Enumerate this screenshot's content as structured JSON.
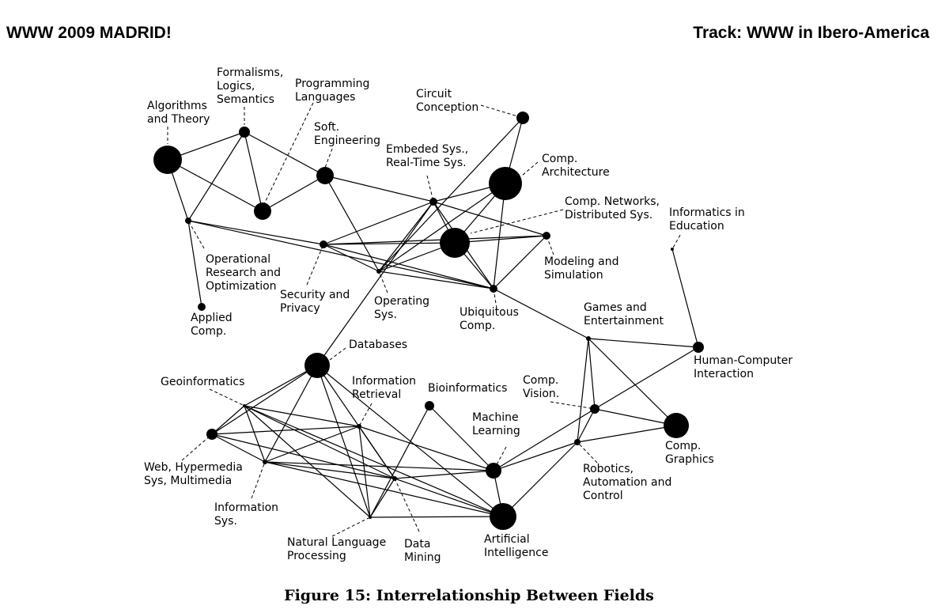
{
  "header": {
    "left": "WWW 2009 MADRID!",
    "right": "Track: WWW in Ibero-America"
  },
  "caption": "Figure 15: Interrelationship Between Fields",
  "nodes": [
    {
      "id": "alg",
      "label": [
        "Algorithms",
        "and Theory"
      ]
    },
    {
      "id": "form",
      "label": [
        "Formalisms,",
        "Logics,",
        "Semantics"
      ]
    },
    {
      "id": "prog",
      "label": [
        "Programming",
        "Languages"
      ]
    },
    {
      "id": "soft",
      "label": [
        "Soft.",
        "Engineering"
      ]
    },
    {
      "id": "opt",
      "label": [
        "Operational",
        "Research and",
        "Optimization"
      ]
    },
    {
      "id": "app",
      "label": [
        "Applied",
        "Comp."
      ]
    },
    {
      "id": "sec",
      "label": [
        "Security and",
        "Privacy"
      ]
    },
    {
      "id": "os",
      "label": [
        "Operating",
        "Sys."
      ]
    },
    {
      "id": "emb",
      "label": [
        "Embeded Sys.,",
        "Real-Time Sys."
      ]
    },
    {
      "id": "circ",
      "label": [
        "Circuit",
        "Conception"
      ]
    },
    {
      "id": "arch",
      "label": [
        "Comp.",
        "Architecture"
      ]
    },
    {
      "id": "net",
      "label": [
        "Comp. Networks,",
        "Distributed Sys."
      ]
    },
    {
      "id": "mod",
      "label": [
        "Modeling and",
        "Simulation"
      ]
    },
    {
      "id": "ubi",
      "label": [
        "Ubiquitous",
        "Comp."
      ]
    },
    {
      "id": "edu",
      "label": [
        "Informatics in",
        "Education"
      ]
    },
    {
      "id": "games",
      "label": [
        "Games and",
        "Entertainment"
      ]
    },
    {
      "id": "hci",
      "label": [
        "Human-Computer",
        "Interaction"
      ]
    },
    {
      "id": "vision",
      "label": [
        "Comp.",
        "Vision."
      ]
    },
    {
      "id": "graphics",
      "label": [
        "Comp.",
        "Graphics"
      ]
    },
    {
      "id": "robot",
      "label": [
        "Robotics,",
        "Automation and",
        "Control"
      ]
    },
    {
      "id": "ml",
      "label": [
        "Machine",
        "Learning"
      ]
    },
    {
      "id": "ai",
      "label": [
        "Artificial",
        "Intelligence"
      ]
    },
    {
      "id": "bio",
      "label": [
        "Bioinformatics"
      ]
    },
    {
      "id": "db",
      "label": [
        "Databases"
      ]
    },
    {
      "id": "ir",
      "label": [
        "Information",
        "Retrieval"
      ]
    },
    {
      "id": "geo",
      "label": [
        "Geoinformatics"
      ]
    },
    {
      "id": "web",
      "label": [
        "Web, Hypermedia",
        "Sys, Multimedia"
      ]
    },
    {
      "id": "is",
      "label": [
        "Information",
        "Sys."
      ]
    },
    {
      "id": "nlp",
      "label": [
        "Natural Language",
        "Processing"
      ]
    },
    {
      "id": "dm",
      "label": [
        "Data",
        "Mining"
      ]
    }
  ],
  "edges": [
    [
      "alg",
      "form"
    ],
    [
      "alg",
      "prog"
    ],
    [
      "alg",
      "opt"
    ],
    [
      "form",
      "opt"
    ],
    [
      "form",
      "prog"
    ],
    [
      "form",
      "soft"
    ],
    [
      "prog",
      "soft"
    ],
    [
      "soft",
      "os"
    ],
    [
      "soft",
      "emb"
    ],
    [
      "opt",
      "app"
    ],
    [
      "opt",
      "sec"
    ],
    [
      "opt",
      "ubi"
    ],
    [
      "sec",
      "net"
    ],
    [
      "sec",
      "emb"
    ],
    [
      "sec",
      "os"
    ],
    [
      "sec",
      "ubi"
    ],
    [
      "sec",
      "mod"
    ],
    [
      "os",
      "emb"
    ],
    [
      "os",
      "arch"
    ],
    [
      "os",
      "net"
    ],
    [
      "os",
      "circ"
    ],
    [
      "os",
      "ubi"
    ],
    [
      "emb",
      "net"
    ],
    [
      "emb",
      "mod"
    ],
    [
      "emb",
      "ubi"
    ],
    [
      "emb",
      "arch"
    ],
    [
      "arch",
      "circ"
    ],
    [
      "arch",
      "net"
    ],
    [
      "arch",
      "ubi"
    ],
    [
      "net",
      "mod"
    ],
    [
      "net",
      "ubi"
    ],
    [
      "mod",
      "ubi"
    ],
    [
      "ubi",
      "games"
    ],
    [
      "emb",
      "db"
    ],
    [
      "games",
      "hci"
    ],
    [
      "games",
      "vision"
    ],
    [
      "games",
      "graphics"
    ],
    [
      "games",
      "robot"
    ],
    [
      "hci",
      "vision"
    ],
    [
      "hci",
      "edu"
    ],
    [
      "vision",
      "graphics"
    ],
    [
      "vision",
      "robot"
    ],
    [
      "vision",
      "ml"
    ],
    [
      "robot",
      "graphics"
    ],
    [
      "robot",
      "ml"
    ],
    [
      "robot",
      "ai"
    ],
    [
      "ml",
      "ai"
    ],
    [
      "ml",
      "bio"
    ],
    [
      "ml",
      "dm"
    ],
    [
      "ml",
      "ir"
    ],
    [
      "ml",
      "is"
    ],
    [
      "bio",
      "nlp"
    ],
    [
      "ai",
      "nlp"
    ],
    [
      "ai",
      "dm"
    ],
    [
      "ai",
      "db"
    ],
    [
      "ai",
      "geo"
    ],
    [
      "db",
      "geo"
    ],
    [
      "db",
      "web"
    ],
    [
      "db",
      "is"
    ],
    [
      "db",
      "dm"
    ],
    [
      "db",
      "nlp"
    ],
    [
      "ir",
      "geo"
    ],
    [
      "ir",
      "web"
    ],
    [
      "ir",
      "is"
    ],
    [
      "ir",
      "nlp"
    ],
    [
      "ir",
      "dm"
    ],
    [
      "geo",
      "web"
    ],
    [
      "geo",
      "is"
    ],
    [
      "geo",
      "dm"
    ],
    [
      "geo",
      "nlp"
    ],
    [
      "web",
      "is"
    ],
    [
      "web",
      "dm"
    ],
    [
      "is",
      "dm"
    ],
    [
      "is",
      "ai"
    ],
    [
      "nlp",
      "dm"
    ]
  ]
}
